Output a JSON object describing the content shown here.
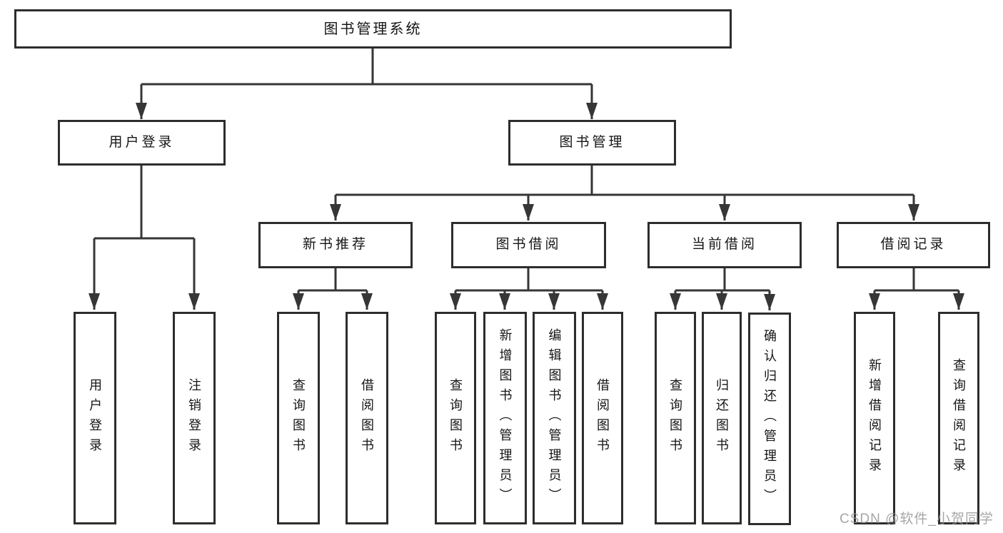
{
  "diagram": {
    "title_note": "functional structure tree",
    "root": {
      "label": "图书管理系统"
    },
    "branches": [
      {
        "label": "用户登录",
        "children": [
          {
            "label": "用户登录"
          },
          {
            "label": "注销登录"
          }
        ]
      },
      {
        "label": "图书管理",
        "children": [
          {
            "label": "新书推荐",
            "children": [
              {
                "label": "查询图书"
              },
              {
                "label": "借阅图书"
              }
            ]
          },
          {
            "label": "图书借阅",
            "children": [
              {
                "label": "查询图书"
              },
              {
                "label": "新增图书（管理员）"
              },
              {
                "label": "编辑图书（管理员）"
              },
              {
                "label": "借阅图书"
              }
            ]
          },
          {
            "label": "当前借阅",
            "children": [
              {
                "label": "查询图书"
              },
              {
                "label": "归还图书"
              },
              {
                "label": "确认归还（管理员）"
              }
            ]
          },
          {
            "label": "借阅记录",
            "children": [
              {
                "label": "新增借阅记录"
              },
              {
                "label": "查询借阅记录"
              }
            ]
          }
        ]
      }
    ],
    "watermark": "CSDN @软件_小贺同学",
    "colors": {
      "line": "#363636",
      "box_border": "#2d2d2d",
      "text": "#151515",
      "watermark": "#929292",
      "background": "#ffffff"
    }
  }
}
